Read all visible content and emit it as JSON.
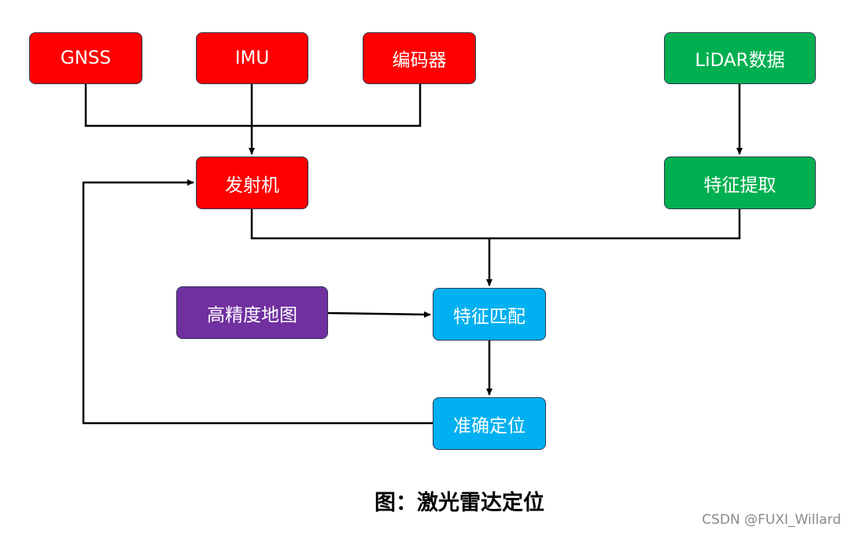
{
  "nodes": {
    "gnss": "GNSS",
    "imu": "IMU",
    "encoder": "编码器",
    "lidar_data": "LiDAR数据",
    "transmitter": "发射机",
    "feature_extraction": "特征提取",
    "hd_map": "高精度地图",
    "feature_matching": "特征匹配",
    "accurate_localization": "准确定位"
  },
  "colors": {
    "sensor_nodes": "#ff0000",
    "lidar_nodes": "#00b050",
    "map_node": "#7030a0",
    "matching_nodes": "#00b0f0",
    "connector": "#000000"
  },
  "caption": "图：激光雷达定位",
  "watermark": "CSDN @FUXI_Willard"
}
